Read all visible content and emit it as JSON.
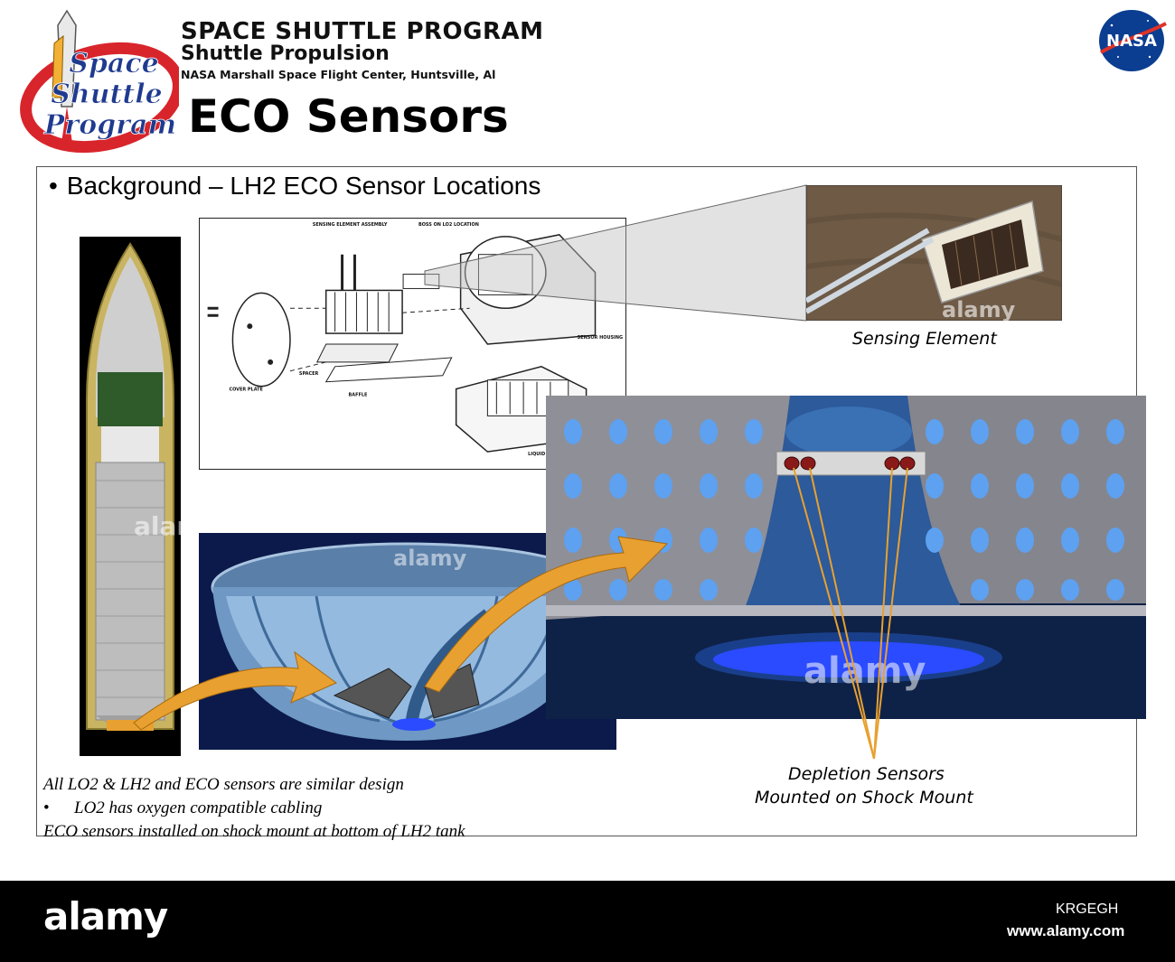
{
  "header": {
    "program": "SPACE SHUTTLE PROGRAM",
    "subtitle": "Shuttle Propulsion",
    "center": "NASA Marshall Space Flight Center, Huntsville, Al",
    "title": "ECO Sensors",
    "logo_text": [
      "Space",
      "Shuttle",
      "Program"
    ],
    "nasa_logo_text": "NASA"
  },
  "bullet": "Background – LH2 ECO Sensor Locations",
  "schematic": {
    "labels": [
      "SENSING ELEMENT ASSEMBLY",
      "BOSS ON LO2 LOCATION",
      "SENSOR HOUSING",
      "SPACER",
      "COVER PLATE",
      "BAFFLE",
      "LIQUID LEVEL POINT SENSOR"
    ]
  },
  "captions": {
    "sensing_element": "Sensing Element",
    "depletion_line1": "Depletion Sensors",
    "depletion_line2": "Mounted on Shock Mount"
  },
  "notes": {
    "line1": "All LO2 & LH2 and ECO sensors are similar design",
    "bullet_char": "•",
    "line2": "LO2 has oxygen compatible cabling",
    "line3": "ECO sensors installed on shock mount at bottom of LH2 tank"
  },
  "footer": {
    "brand": "alamy",
    "image_id": "KRGEGH",
    "url": "www.alamy.com"
  },
  "watermark": "alamy",
  "colors": {
    "arrow": "#e8a030",
    "logo_red": "#d8252b",
    "logo_blue": "#1f3a8f",
    "nasa_blue": "#0b3d91",
    "footer_bg": "#000000"
  }
}
